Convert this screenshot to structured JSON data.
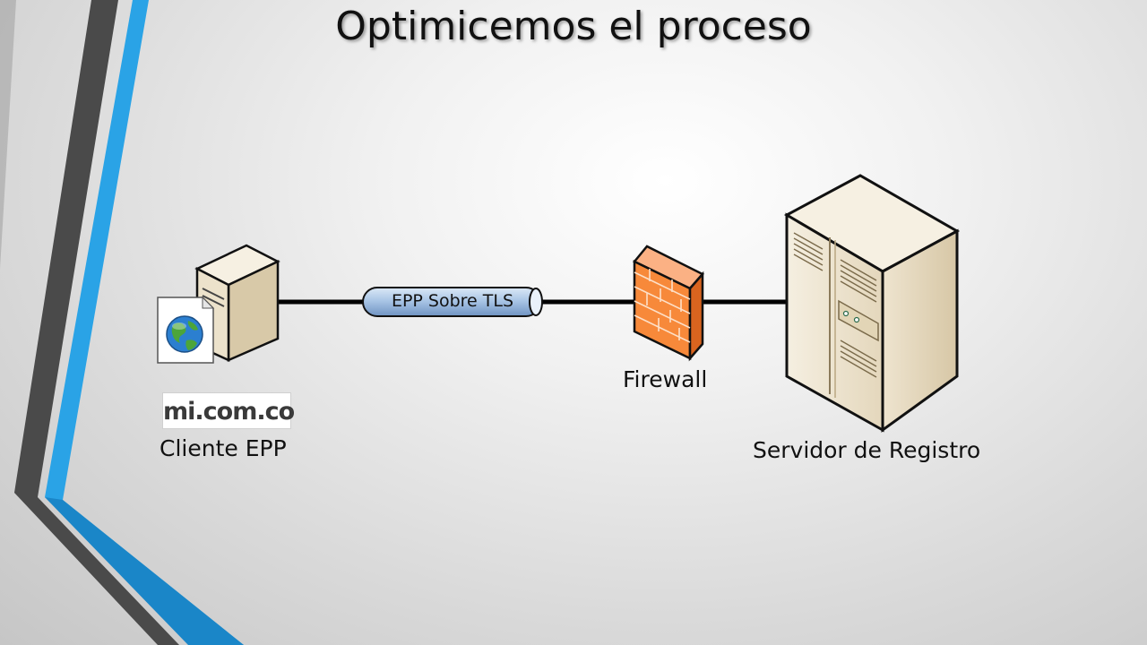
{
  "slide": {
    "title": "Optimicemos el proceso"
  },
  "diagram": {
    "nodes": {
      "client": {
        "label": "Cliente EPP",
        "logo_text": "mi.com.co"
      },
      "tunnel": {
        "label": "EPP Sobre TLS"
      },
      "firewall": {
        "label": "Firewall"
      },
      "server": {
        "label": "Servidor de Registro"
      }
    },
    "edges": [
      {
        "from": "client",
        "to": "tunnel"
      },
      {
        "from": "tunnel",
        "to": "firewall"
      },
      {
        "from": "firewall",
        "to": "server"
      }
    ]
  },
  "colors": {
    "accent_blue": "#2aa3e6",
    "stripe_dark": "#4a4a4a",
    "firewall_orange": "#f7893a",
    "server_beige": "#e8dcc4",
    "tunnel_blue": "#a9c4e4"
  }
}
